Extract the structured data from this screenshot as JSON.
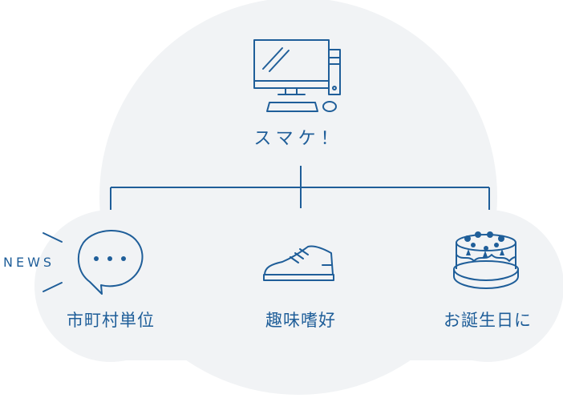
{
  "diagram": {
    "top": {
      "label": "スマケ！",
      "icon": "desktop-computer-icon"
    },
    "children": [
      {
        "label": "市町村単位",
        "icon": "speech-bubble-icon",
        "tag": "NEWS"
      },
      {
        "label": "趣味嗜好",
        "icon": "sneaker-icon"
      },
      {
        "label": "お誕生日に",
        "icon": "birthday-cake-icon"
      }
    ]
  },
  "colors": {
    "stroke": "#1f5e99",
    "cloud": "#f1f3f5",
    "background": "#ffffff"
  }
}
